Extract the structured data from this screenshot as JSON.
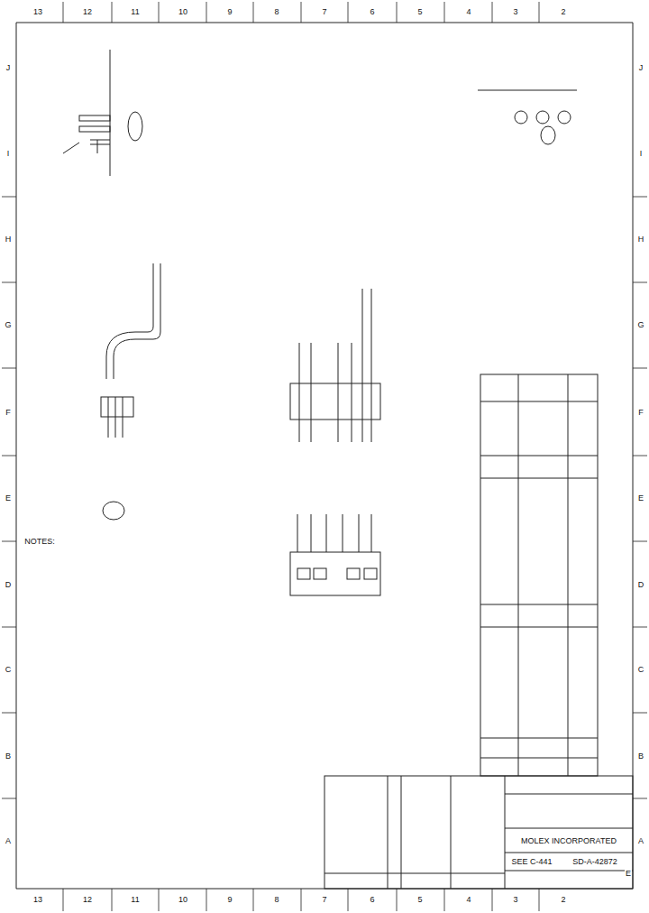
{
  "diagram": {
    "nodes": [
      {
        "text": [
          "MOLEX INCORPORATED"
        ]
      },
      {
        "text": [
          "SEE C-441"
        ]
      },
      {
        "text": [
          "SD-A-42872"
        ]
      }
    ],
    "labels": [
      "13",
      "12",
      "11",
      "10",
      "9",
      "8",
      "7",
      "6",
      "5",
      "4",
      "3",
      "2",
      "13",
      "12",
      "11",
      "10",
      "9",
      "8",
      "7",
      "6",
      "5",
      "4",
      "3",
      "2",
      "J",
      "I",
      "H",
      "G",
      "F",
      "E",
      "D",
      "C",
      "B",
      "A",
      "J",
      "I",
      "H",
      "G",
      "F",
      "E",
      "D",
      "C",
      "B",
      "A",
      "NOTES:",
      "E"
    ]
  }
}
